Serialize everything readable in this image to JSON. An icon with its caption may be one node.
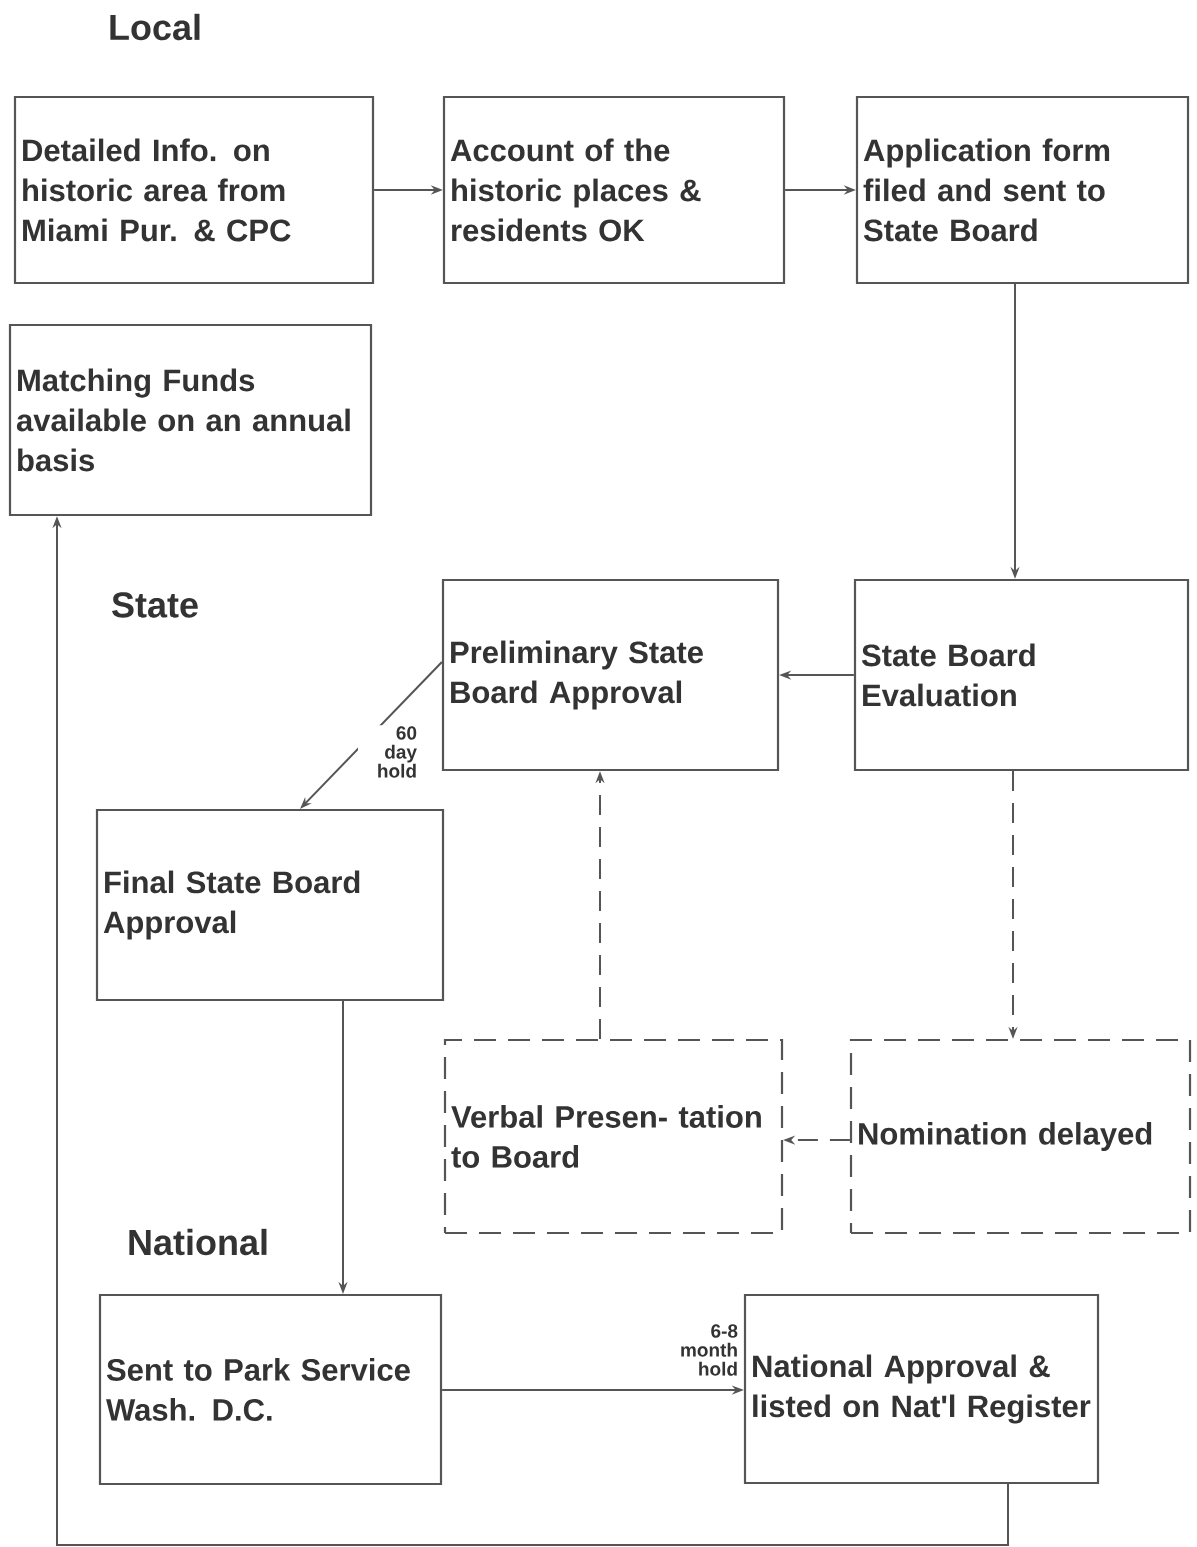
{
  "diagram": {
    "nodes": [
      {
        "text": [
          "Detailed Info. on historic area from Miami Pur. & CPC"
        ]
      },
      {
        "text": [
          "Account of the historic places & residents OK"
        ]
      },
      {
        "text": [
          "Application form filed and sent to State Board"
        ]
      },
      {
        "text": [
          "Matching Funds available on an annual basis"
        ]
      },
      {
        "text": [
          "Preliminary State Board Approval"
        ]
      },
      {
        "text": [
          "State Board Evaluation"
        ]
      },
      {
        "text": [
          "Final State Board Approval"
        ]
      },
      {
        "text": [
          "Verbal Presen- tation to Board"
        ]
      },
      {
        "text": [
          "Nomination delayed"
        ]
      },
      {
        "text": [
          "Sent to Park Service Wash. D.C."
        ]
      },
      {
        "text": [
          "National Approval & listed on Nat'l Register"
        ]
      }
    ],
    "edges": [
      {
        "from": 0,
        "to": 1,
        "arrow": "to"
      },
      {
        "from": 1,
        "to": 2,
        "arrow": "to"
      },
      {
        "from": 2,
        "to": 5,
        "arrow": "to"
      },
      {
        "from": 5,
        "to": 4,
        "arrow": "to"
      },
      {
        "from": 4,
        "to": 6,
        "arrow": "to",
        "label": "60 day hold"
      },
      {
        "from": 6,
        "to": 9,
        "arrow": "to"
      },
      {
        "from": 9,
        "to": 10,
        "arrow": "to",
        "label": "6-8 month hold"
      },
      {
        "from": 10,
        "to": 3,
        "arrow": "to"
      },
      {
        "from": 5,
        "to": 8,
        "arrow": "to",
        "style": "dashed"
      },
      {
        "from": 8,
        "to": 7,
        "arrow": "to",
        "style": "dashed"
      },
      {
        "from": 7,
        "to": 4,
        "arrow": "to",
        "style": "dashed"
      }
    ],
    "labels": [
      "Local",
      "State",
      "National"
    ]
  }
}
